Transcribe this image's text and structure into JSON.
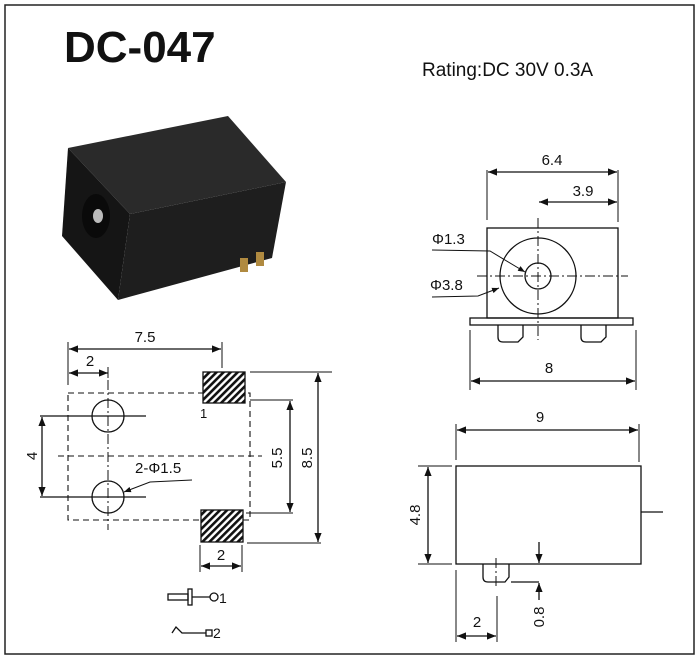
{
  "title": "DC-047",
  "rating": "Rating:DC 30V 0.3A",
  "top_view": {
    "dim_width": "7.5",
    "dim_hole_offset": "2",
    "dim_hole_spacing": "4",
    "dim_pad_inner": "5.5",
    "dim_pad_outer": "8.5",
    "dim_pad_width": "2",
    "hole_label": "2-Φ1.5",
    "pad_label": "1"
  },
  "legend": {
    "pin1": "1",
    "pin2": "2"
  },
  "front_view": {
    "dim_width": "6.4",
    "dim_center": "3.9",
    "pin_diameter": "Φ1.3",
    "hole_diameter": "Φ3.8",
    "dim_base": "8"
  },
  "side_view": {
    "dim_length": "9",
    "dim_height": "4.8",
    "dim_pin_offset": "2",
    "dim_pin_height": "0.8"
  }
}
